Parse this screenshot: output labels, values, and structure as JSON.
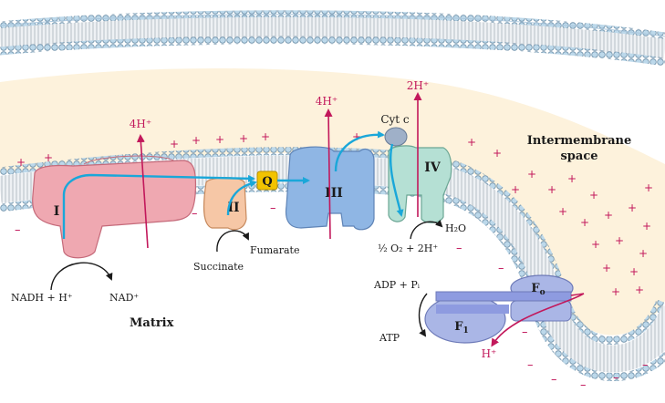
{
  "labels": {
    "intermembrane_line1": "Intermembrane",
    "intermembrane_line2": "space",
    "matrix": "Matrix"
  },
  "complexes": {
    "complex_1": "I",
    "complex_2": "II",
    "complex_3": "III",
    "complex_4": "IV",
    "quinone": "Q",
    "cytochrome": "Cyt c",
    "fo": "F",
    "fo_sub": "o",
    "f1": "F",
    "f1_sub": "1"
  },
  "reactions": {
    "nadh": "NADH + H⁺",
    "nad": "NAD⁺",
    "succinate": "Succinate",
    "fumarate": "Fumarate",
    "water": "H₂O",
    "oxygen": "½ O₂ + 2H⁺",
    "adp": "ADP + Pᵢ",
    "atp": "ATP"
  },
  "protons": {
    "complex_1": "4H⁺",
    "complex_3": "4H⁺",
    "complex_4": "2H⁺",
    "atp_synthase": "H⁺"
  },
  "colors": {
    "intermembrane_space": "#fdf2dc",
    "membrane_head": "#bcd8ea",
    "membrane_tail": "#e6eaef",
    "complex_1": "#efa8b1",
    "complex_2": "#f6c7a6",
    "complex_3": "#8fb6e4",
    "complex_4": "#b5e0d4",
    "quinone": "#f2c300",
    "atp_synthase": "#aab6e6",
    "electron_path": "#1aa7d9",
    "proton": "#c2185b"
  },
  "icons": {
    "electron_arrow": "electron-flow-arrow-icon",
    "proton_arrow": "proton-pump-arrow-icon",
    "reaction_arrow": "curved-reaction-arrow-icon"
  }
}
